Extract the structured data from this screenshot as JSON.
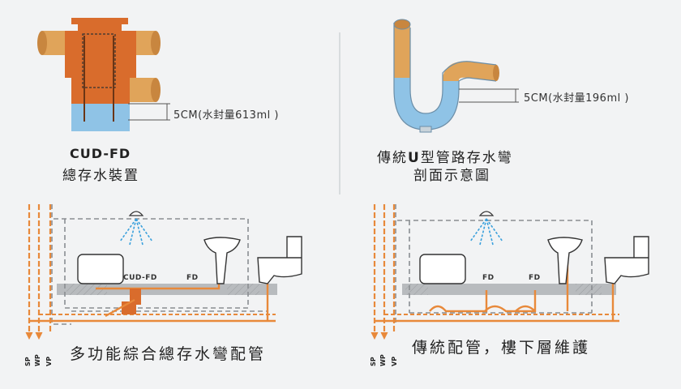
{
  "top_left": {
    "title": "CUD-FD",
    "subtitle": "總存水裝置",
    "seal_note": "5CM(水封量613ml )"
  },
  "top_right": {
    "title_line1_a": "傳統",
    "title_line1_u": "U",
    "title_line1_b": "型管路存水彎",
    "title_line2": "剖面示意圖",
    "seal_note": "5CM(水封量196ml )"
  },
  "bottom_left": {
    "caption": "多功能綜合總存水彎配管",
    "device_label": "CUD-FD",
    "fd_label": "FD",
    "vertical_labels": [
      "SP",
      "WP",
      "VP"
    ]
  },
  "bottom_right": {
    "caption": "傳統配管，樓下層維護",
    "fd_labels": [
      "FD",
      "FD"
    ],
    "vertical_labels": [
      "SP",
      "WP",
      "VP"
    ]
  },
  "colors": {
    "pipe_orange": "#e8893a",
    "device_orange": "#d96c2c",
    "tan": "#e0a45a",
    "water": "#8fc3e6",
    "dashed_gray": "#8a8e92",
    "spray_blue": "#3aa0dc",
    "slab_gray": "#b8bbbe"
  }
}
